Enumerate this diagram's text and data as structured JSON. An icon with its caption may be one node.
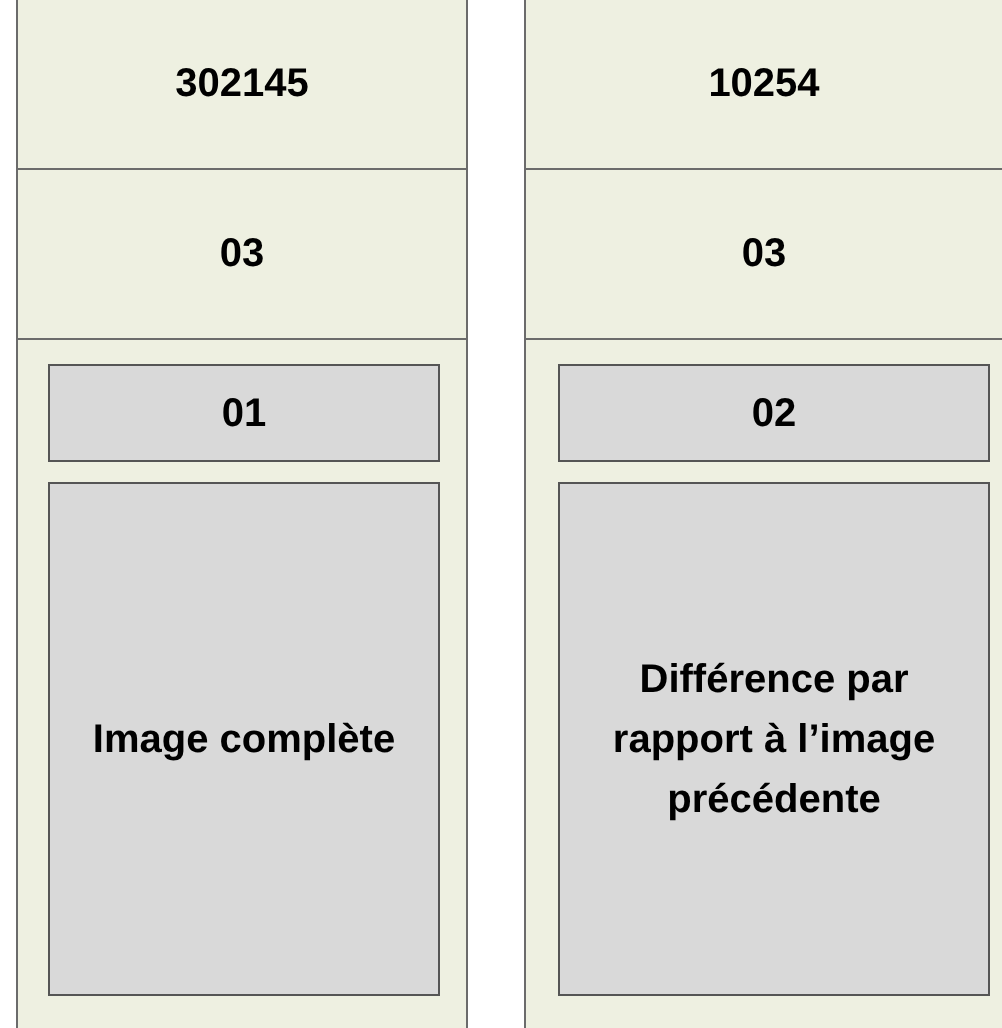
{
  "diagram": {
    "nodes": [
      {
        "text": [
          "302145"
        ]
      },
      {
        "text": [
          "03"
        ]
      },
      {
        "text": [],
        "shape": "box"
      },
      {
        "text": [
          "01"
        ],
        "in": 2
      },
      {
        "text": [
          "Image complète"
        ],
        "in": 2
      },
      {
        "text": [
          "10254"
        ]
      },
      {
        "text": [
          "03"
        ]
      },
      {
        "text": [],
        "shape": "box"
      },
      {
        "text": [
          "02"
        ],
        "in": 7
      },
      {
        "text": [
          "Différence par rapport à l’image précédente"
        ],
        "in": 7
      }
    ]
  }
}
